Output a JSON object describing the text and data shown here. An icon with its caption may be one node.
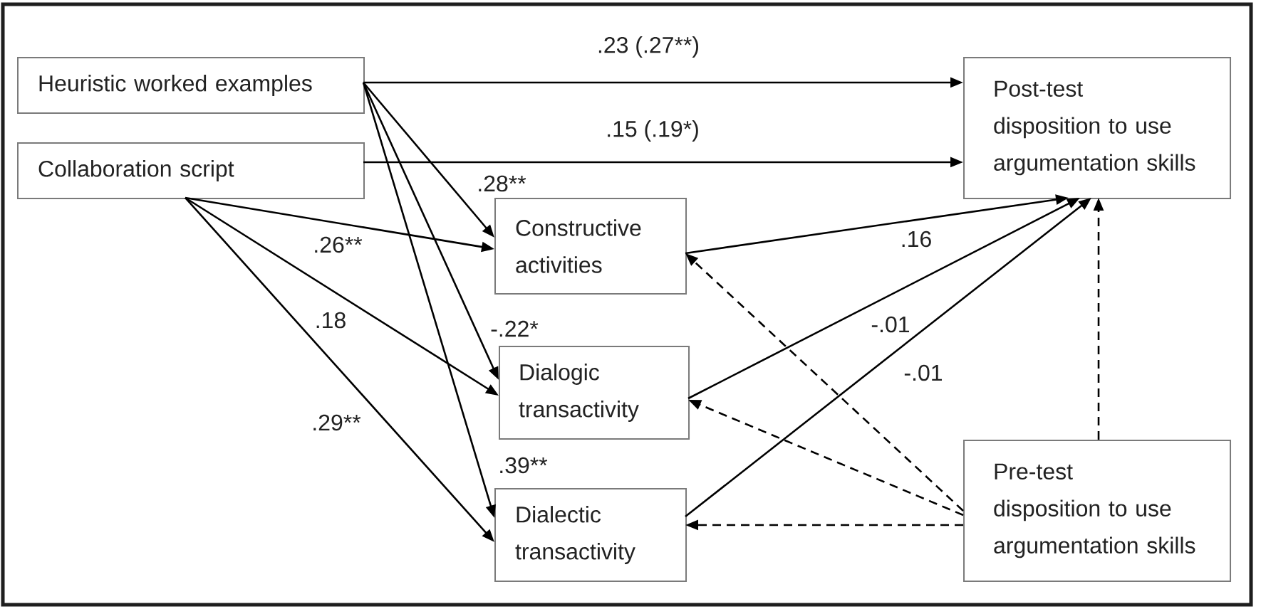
{
  "diagram": {
    "nodes": [
      {
        "text": [
          "Heuristic worked examples"
        ]
      },
      {
        "text": [
          "Collaboration script"
        ]
      },
      {
        "text": [
          "Constructive activities"
        ]
      },
      {
        "text": [
          "Dialogic transactivity"
        ]
      },
      {
        "text": [
          "Dialectic transactivity"
        ]
      },
      {
        "text": [
          "Post-test disposition to use argumentation skills"
        ]
      },
      {
        "text": [
          "Pre-test disposition to use argumentation skills"
        ]
      }
    ],
    "edges": [
      {
        "from": 0,
        "to": 5,
        "arrow": "to",
        "label": ".23 (.27**)"
      },
      {
        "from": 1,
        "to": 5,
        "arrow": "to",
        "label": ".15 (.19*)"
      },
      {
        "from": 0,
        "to": 2,
        "arrow": "to",
        "label": ".28**"
      },
      {
        "from": 1,
        "to": 2,
        "arrow": "to",
        "label": ".26**"
      },
      {
        "from": 1,
        "to": 3,
        "arrow": "to",
        "label": ".18"
      },
      {
        "from": 0,
        "to": 3,
        "arrow": "to",
        "label": "-.22*"
      },
      {
        "from": 1,
        "to": 4,
        "arrow": "to",
        "label": ".29**"
      },
      {
        "from": 0,
        "to": 4,
        "arrow": "to",
        "label": ".39**"
      },
      {
        "from": 2,
        "to": 5,
        "arrow": "to",
        "label": ".16"
      },
      {
        "from": 3,
        "to": 5,
        "arrow": "to",
        "label": "-.01"
      },
      {
        "from": 4,
        "to": 5,
        "arrow": "to",
        "label": "-.01"
      },
      {
        "from": 6,
        "to": 5,
        "arrow": "to",
        "style": "dashed"
      },
      {
        "from": 6,
        "to": 2,
        "arrow": "to",
        "style": "dashed"
      },
      {
        "from": 6,
        "to": 3,
        "arrow": "to",
        "style": "dashed"
      },
      {
        "from": 6,
        "to": 4,
        "arrow": "to",
        "style": "dashed"
      }
    ]
  }
}
